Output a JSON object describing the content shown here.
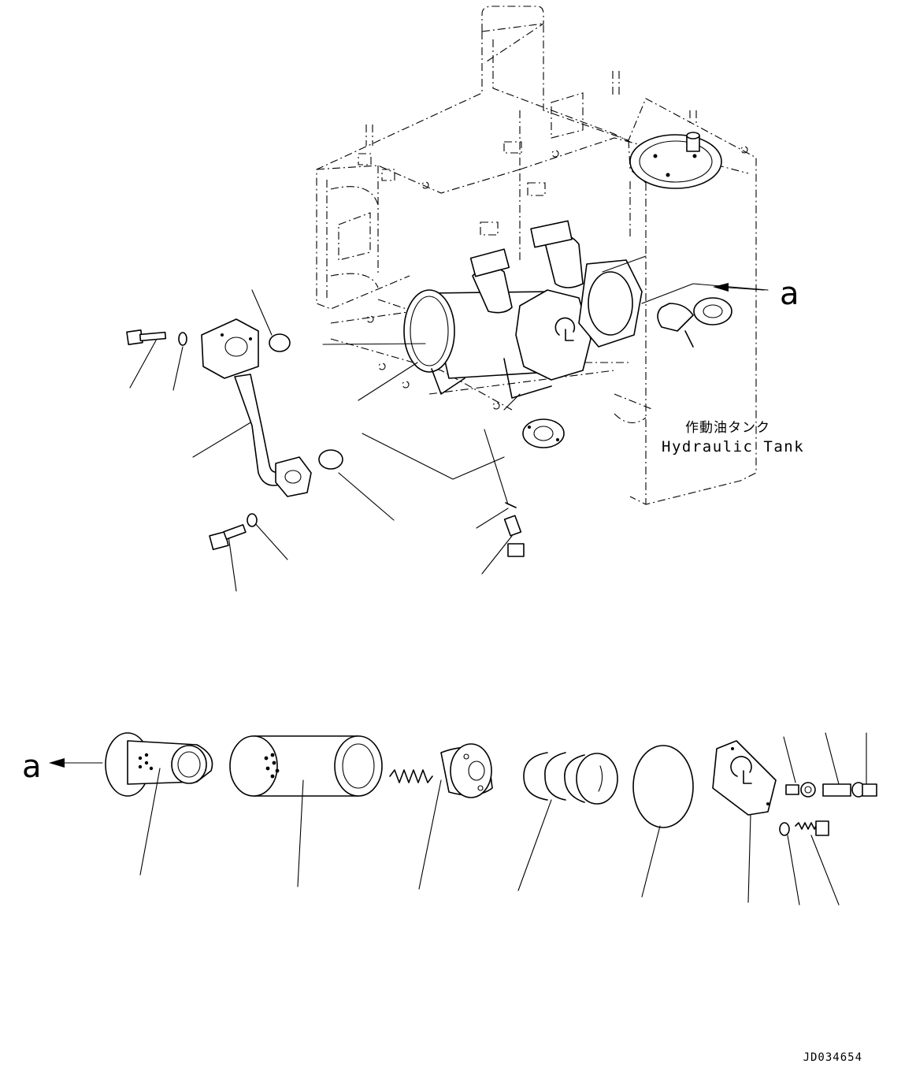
{
  "labels": {
    "tank_jp": "作動油タンク",
    "tank_en": "Hydraulic Tank",
    "ref_top": "a",
    "ref_bottom": "a",
    "drawing_code": "JD034654"
  }
}
